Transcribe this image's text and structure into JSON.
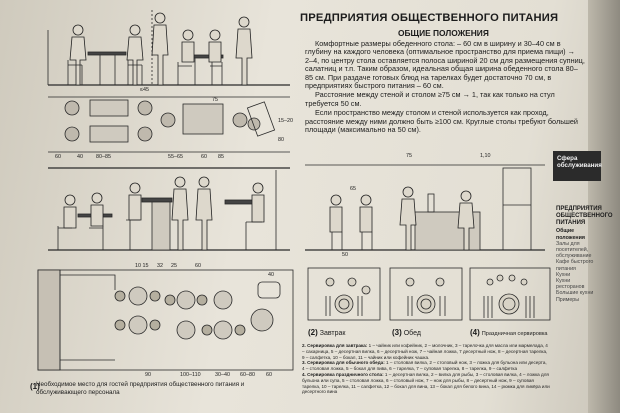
{
  "header": {
    "title": "ПРЕДПРИЯТИЯ ОБЩЕСТВЕННОГО ПИТАНИЯ",
    "subtitle": "ОБЩИЕ ПОЛОЖЕНИЯ"
  },
  "body": {
    "p1": "Комфортные размеры обеденного стола: – 60 см в ширину и 30–40 см в глубину на каждого человека (оптимальное пространство для приема пищи) → 2–4, по центру стола оставляется полоса шириной 20 см для размещения супниц, салатниц и т.п. Таким образом, идеальная общая ширина обеденного стола 80–85 см. При раздаче готовых блюд на тарелках будет достаточно 70 см, в предприятиях быстрого питания – 60 см.",
    "p2": "Расстояние между стеной и столом ≥75 см → 1, так как только на стул требуется 50 см.",
    "p3": "Если пространство между столом и стеной используется как проход, расстояние между ними должно быть ≥100 см. Круглые столы требуют большей площади (максимально на 50 см)."
  },
  "tab": {
    "label": "Сфера обслуживания"
  },
  "sidebar": {
    "heading": "ПРЕДПРИЯТИЯ ОБЩЕСТВЕННОГО ПИТАНИЯ",
    "sub": "Общие положения",
    "items": [
      "Залы для посетителей, обслуживание",
      "Кафе быстрого питания",
      "Кухни",
      "Кухни ресторанов",
      "Большие кухни",
      "Примеры"
    ]
  },
  "captions": {
    "c2": "Завтрак",
    "c3": "Обед",
    "c4": "Праздничная сервировка",
    "n2": "(2)",
    "n3": "(3)",
    "n4": "(4)",
    "n1": "(1)"
  },
  "legend": {
    "l2_label": "2. Сервировка для завтрака:",
    "l2_text": "1 – чайник или кофейник, 2 – молочник, 3 – тарелочка для масла или мармелада, 4 – сахарница, 5 – десертная вилка, 6 – десертный нож, 7 – чайная ложка, 7 десертный нож, 8 – десертная тарелка, 9 – салфетка, 10 – бокал, 11 – чайник или кофейник чашка.",
    "l3_label": "3. Сервировка для обычного обеда:",
    "l3_text": "1 – столовая вилка, 2 – столовый нож, 3 – ложка для бульона или десерта, 4 – столовая ложка, 5 – бокал для пива, 6 – тарелка, 7 – суповая тарелка, 8 – тарелка, 9 – салфетка",
    "l4_label": "4. Сервировка праздничного стола:",
    "l4_text": "1 – десертная вилка, 2 – вилка для рыбы, 3 – столовая вилка, 4 – ложка для бульона или супа, 5 – столовая ложка, 6 – столовый нож, 7 – нож для рыбы, 8 – десертный нож, 9 – суповая тарелка, 10 – тарелка, 11 – салфетка, 12 – бокал для вина, 13 – бокал для белого вина, 14 – рюмка для ликёра или десертного вина"
  },
  "footer": {
    "text": "Необходимое место для гостей предприятия общественного питания и обслуживающего персонала"
  },
  "dims": {
    "d_60": "60",
    "d_40": "40",
    "d_80_85": "80–85",
    "d_55_65": "55–65",
    "d_60b": "60",
    "d_85": "85",
    "d_75": "75",
    "d_45": "≤45",
    "d_15_20": "15–20",
    "d_80": "80",
    "d_75top": "75",
    "d_110": "1,10",
    "d_50": "50",
    "d_65": "65",
    "d_1015": "10 15",
    "d_32": "32",
    "d_25": "25",
    "d_60c": "60",
    "d_40c": "40",
    "d_90": "90",
    "d_100_110": "100–110",
    "d_30_40": "30–40",
    "d_60_80": "60–80",
    "d_60d": "60"
  }
}
